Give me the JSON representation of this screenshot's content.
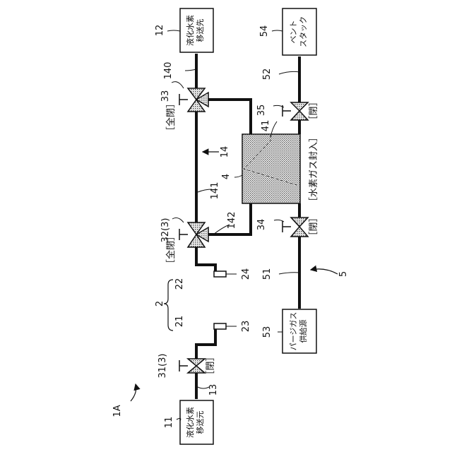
{
  "figure_label": "1A",
  "boxes": {
    "source": {
      "ref": "11",
      "line1": "液化水素",
      "line2": "移送元"
    },
    "dest": {
      "ref": "12",
      "line1": "液化水素",
      "line2": "移送先"
    },
    "purge_supply": {
      "ref": "53",
      "line1": "パージガス",
      "line2": "供給源"
    },
    "vent_stack": {
      "ref": "54",
      "line1": "ベント",
      "line2": "スタック"
    }
  },
  "valves": {
    "v31": {
      "ref": "31(3)",
      "state": "［閉］"
    },
    "v32": {
      "ref": "32(3)",
      "state": "［全閉］"
    },
    "v33": {
      "ref": "33",
      "state": "［全閉］"
    },
    "v34": {
      "ref": "34",
      "state": "［閉］"
    },
    "v35": {
      "ref": "35",
      "state": "［閉］"
    }
  },
  "labels": {
    "pipe13": "13",
    "coupling2": "2",
    "coupling21": "21",
    "coupling22": "22",
    "cap23": "23",
    "cap24": "24",
    "pipe140": "140",
    "pipe141": "141",
    "pipe142": "142",
    "section14": "14",
    "container4": "4",
    "container41": "41",
    "container_state": "［水素ガス封入］",
    "pipe51": "51",
    "pipe52": "52",
    "system5": "5"
  }
}
